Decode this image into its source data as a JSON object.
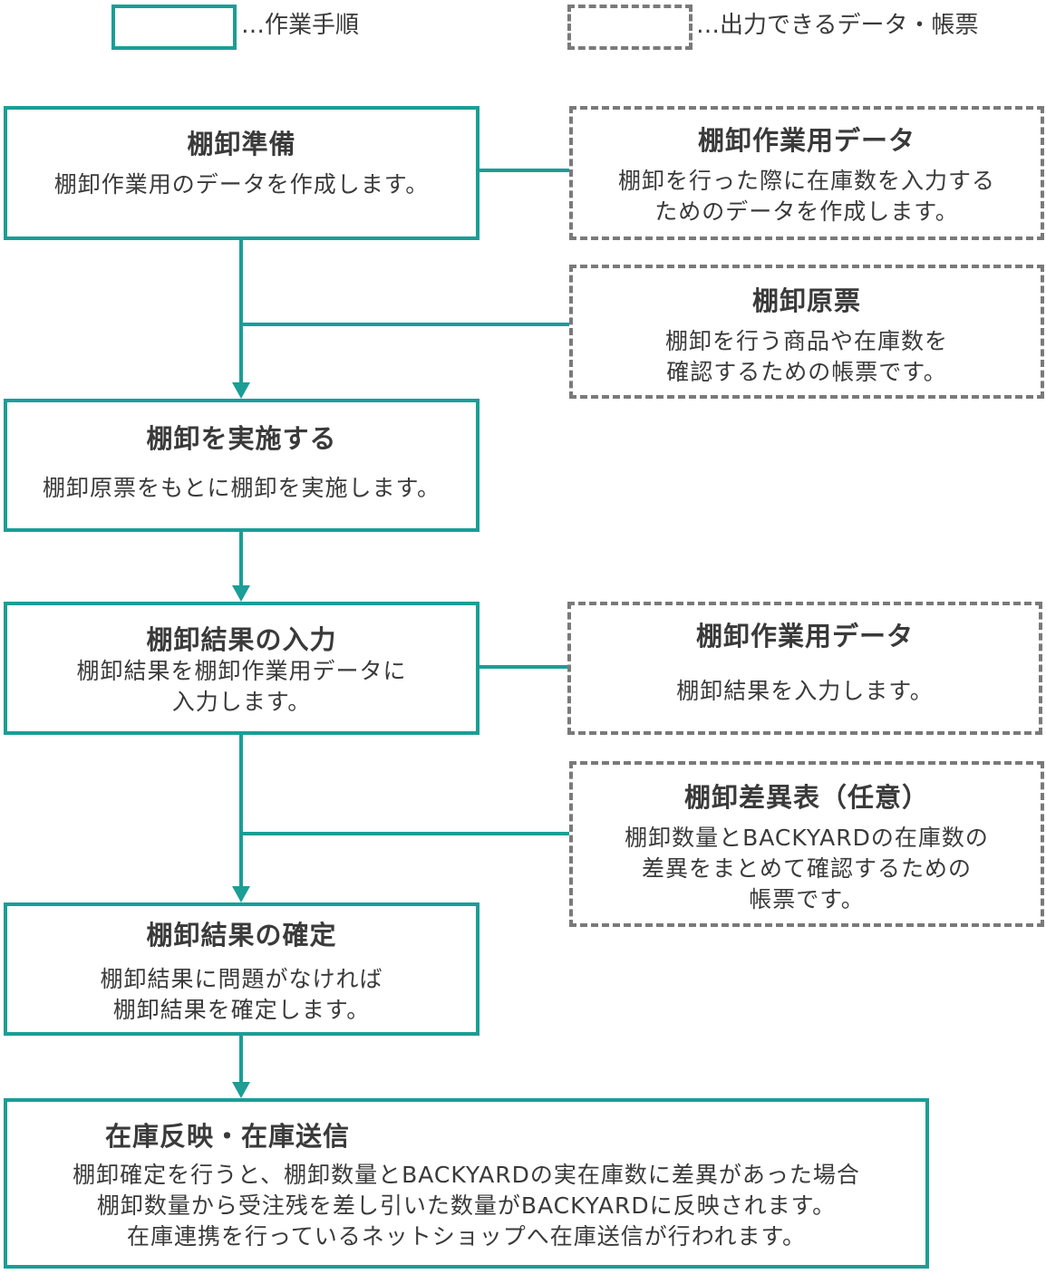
{
  "colors": {
    "step_border": "#1a9e96",
    "output_border": "#7a7a7a",
    "text": "#3a3a3a"
  },
  "legend": {
    "step": "…作業手順",
    "output": "…出力できるデータ・帳票"
  },
  "steps": [
    {
      "title": "棚卸準備",
      "desc": [
        "棚卸作業用のデータを作成します。"
      ]
    },
    {
      "title": "棚卸を実施する",
      "desc": [
        "棚卸原票をもとに棚卸を実施します。"
      ]
    },
    {
      "title": "棚卸結果の入力",
      "desc": [
        "棚卸結果を棚卸作業用データに",
        "入力します。"
      ]
    },
    {
      "title": "棚卸結果の確定",
      "desc": [
        "棚卸結果に問題がなければ",
        "棚卸結果を確定します。"
      ]
    },
    {
      "title": "在庫反映・在庫送信",
      "desc": [
        "棚卸確定を行うと、棚卸数量とBACKYARDの実在庫数に差異があった場合",
        "棚卸数量から受注残を差し引いた数量がBACKYARDに反映されます。",
        "在庫連携を行っているネットショップへ在庫送信が行われます。"
      ]
    }
  ],
  "outputs": [
    {
      "title": "棚卸作業用データ",
      "desc": [
        "棚卸を行った際に在庫数を入力する",
        "ためのデータを作成します。"
      ]
    },
    {
      "title": "棚卸原票",
      "desc": [
        "棚卸を行う商品や在庫数を",
        "確認するための帳票です。"
      ]
    },
    {
      "title": "棚卸作業用データ",
      "desc": [
        "棚卸結果を入力します。"
      ]
    },
    {
      "title": "棚卸差異表（任意）",
      "desc": [
        "棚卸数量とBACKYARDの在庫数の",
        "差異をまとめて確認するための",
        "帳票です。"
      ]
    }
  ]
}
